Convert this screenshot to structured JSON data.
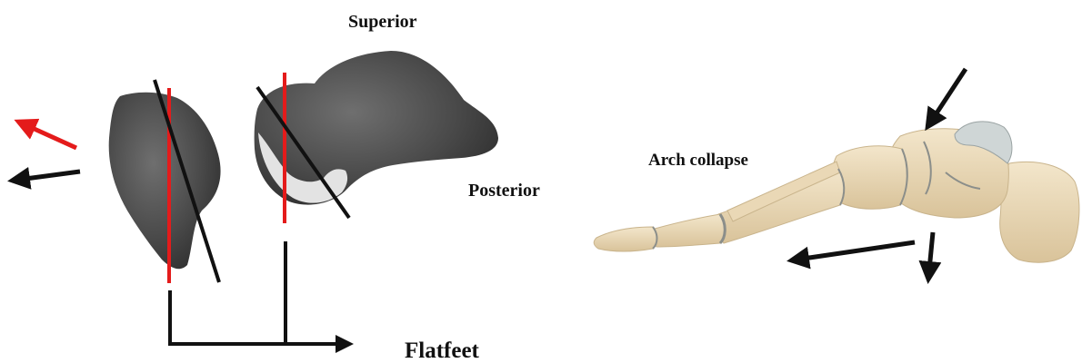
{
  "labels": {
    "superior": "Superior",
    "posterior": "Posterior",
    "arch_collapse": "Arch collapse",
    "flatfeet": "Flatfeet"
  },
  "colors": {
    "bone_dark": "#3d3d3d",
    "bone_mid": "#555555",
    "bone_highlight": "#6f6f6f",
    "cartilage": "#e3e3e3",
    "reference_axis": "#e41b1b",
    "deformed_axis": "#111111",
    "red_arrow": "#e41b1b",
    "black_arrow": "#111111",
    "foot_bone": "#ead8b6",
    "foot_bone_shade": "#c9b48c",
    "foot_cartilage": "#cfd6d6",
    "foot_joint": "#8b8e8a"
  }
}
